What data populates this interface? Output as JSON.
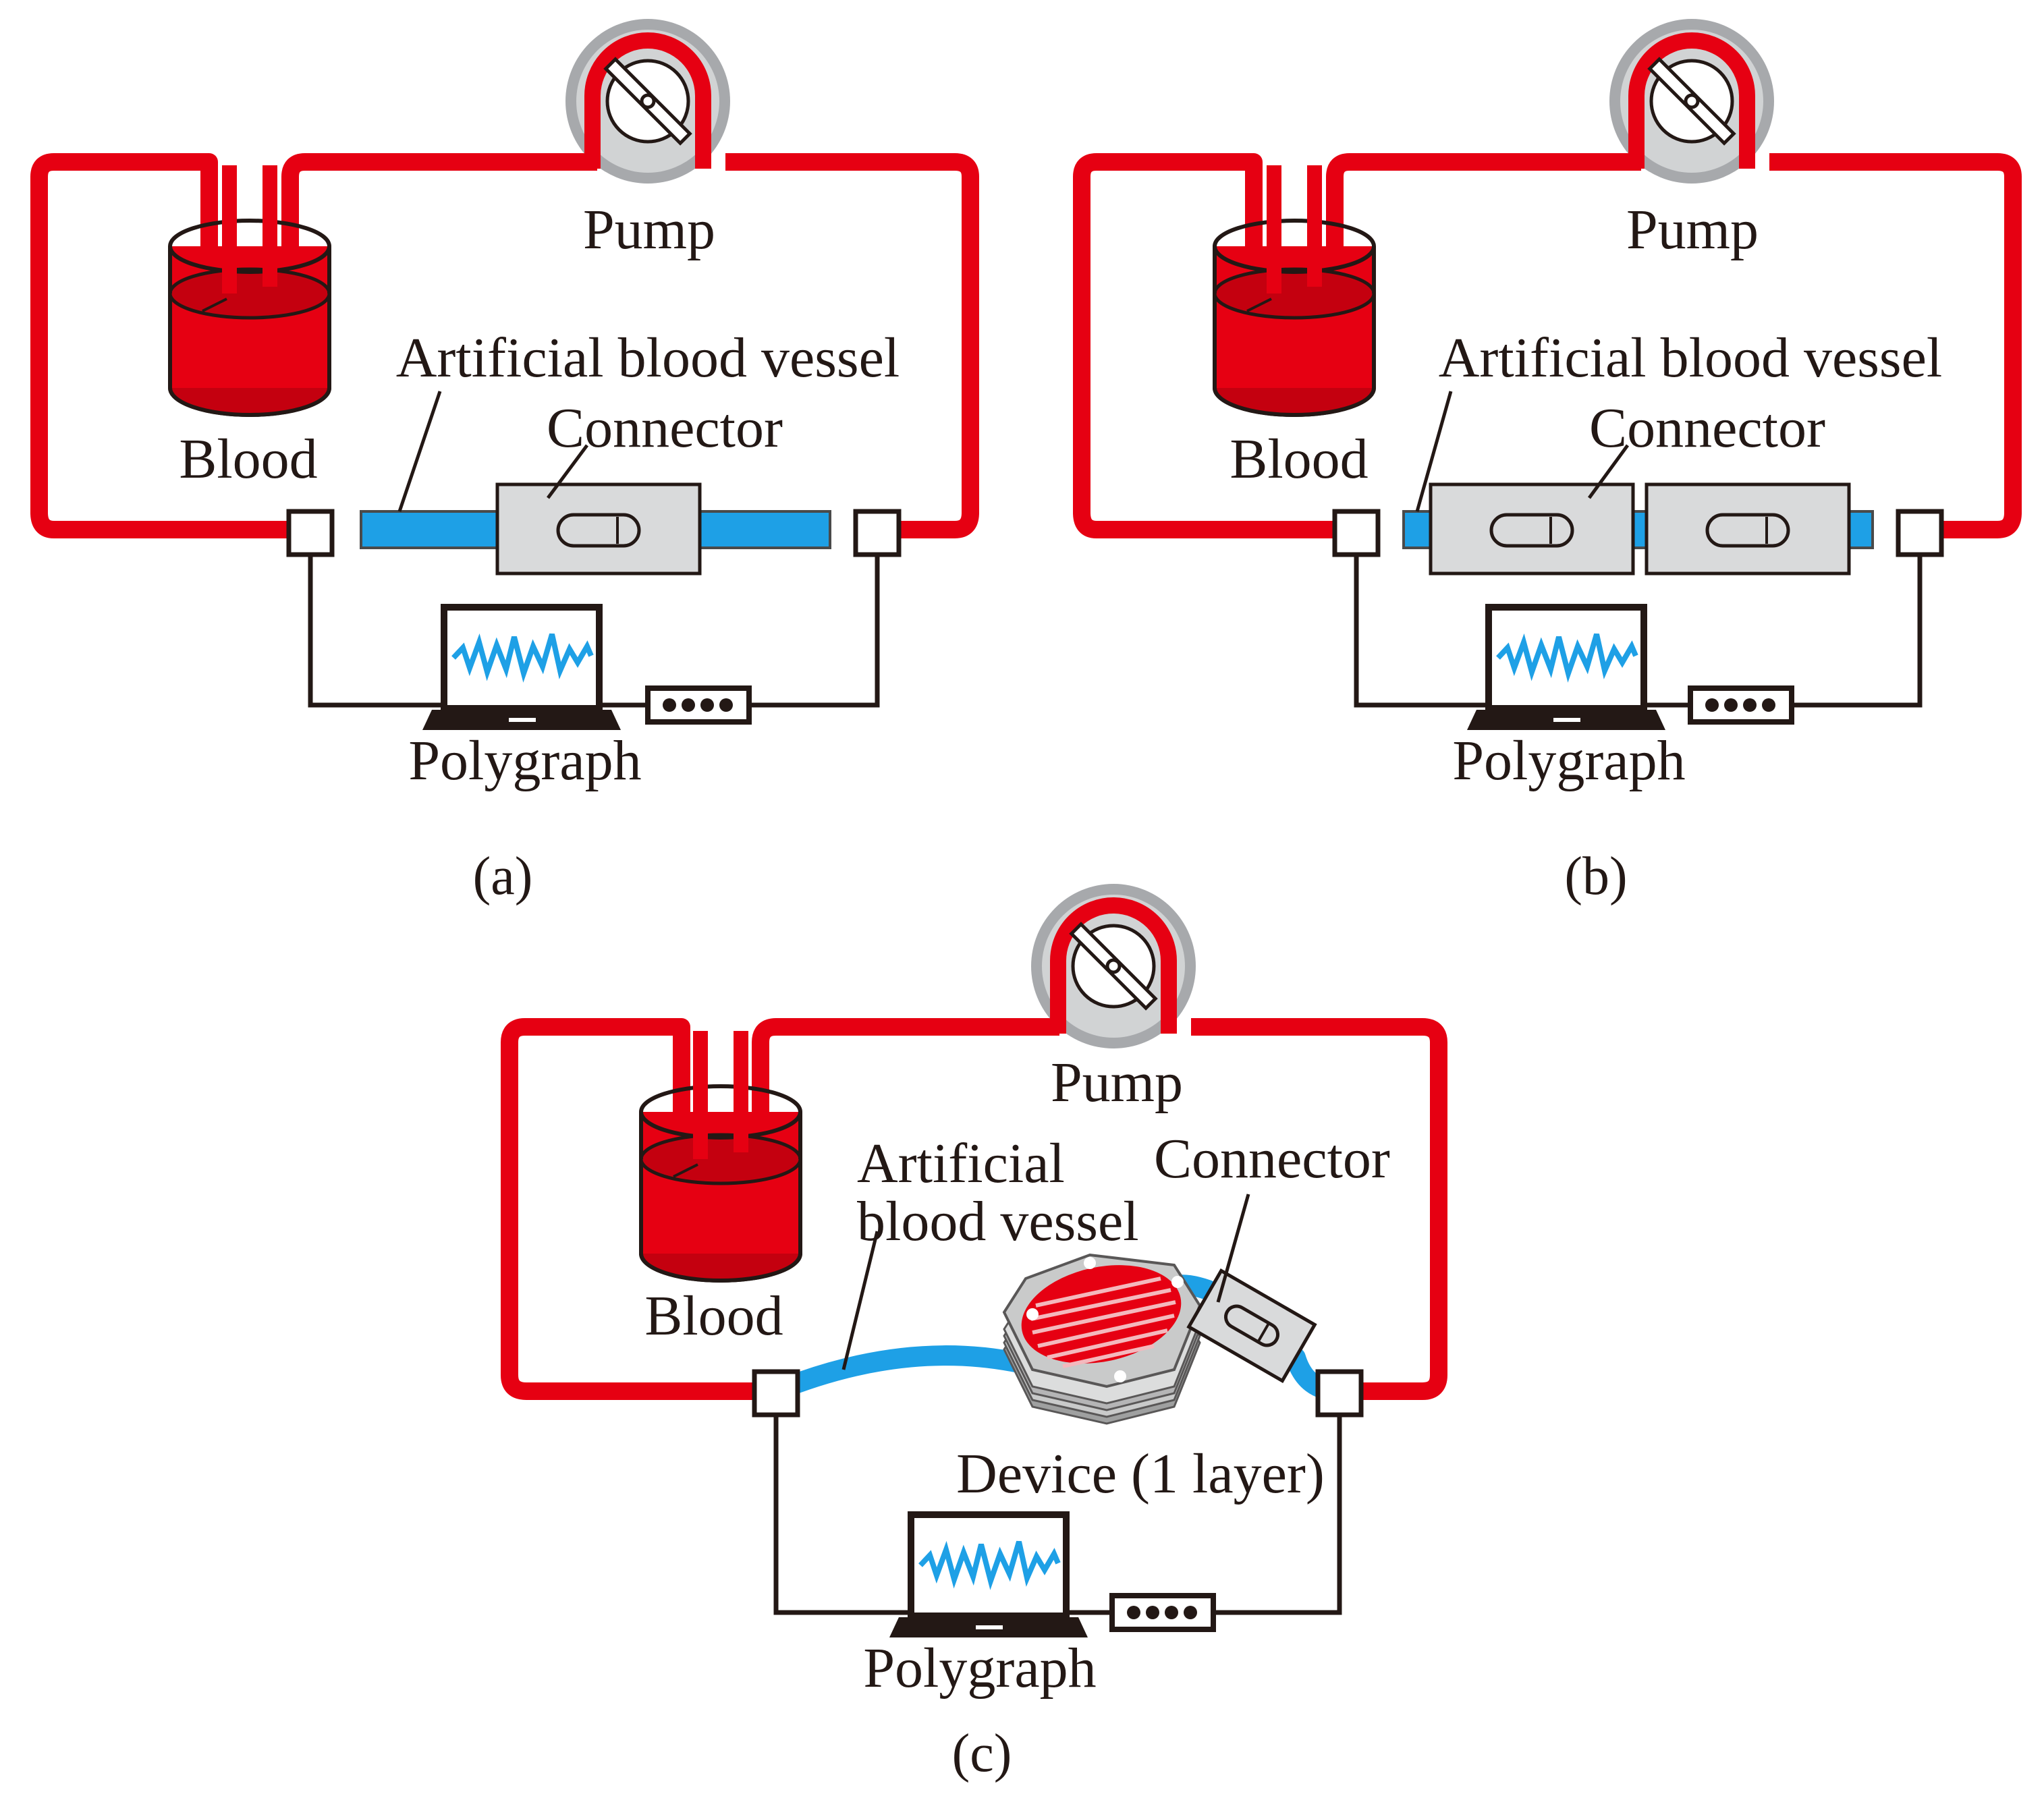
{
  "panels": {
    "a": {
      "caption": "(a)",
      "pump": "Pump",
      "blood": "Blood",
      "vessel": "Artificial blood vessel",
      "connector": "Connector",
      "polygraph": "Polygraph"
    },
    "b": {
      "caption": "(b)",
      "pump": "Pump",
      "blood": "Blood",
      "vessel": "Artificial blood vessel",
      "connector": "Connector",
      "polygraph": "Polygraph"
    },
    "c": {
      "caption": "(c)",
      "pump": "Pump",
      "blood": "Blood",
      "vessel_line1": "Artificial",
      "vessel_line2": "blood vessel",
      "connector": "Connector",
      "device": "Device (1 layer)",
      "polygraph": "Polygraph"
    }
  },
  "colors": {
    "tube": "#e60012",
    "vessel": "#1ea0e6",
    "connector": "#d9dadb",
    "pump_ring": "#a7a9ac",
    "wire": "#231815"
  }
}
